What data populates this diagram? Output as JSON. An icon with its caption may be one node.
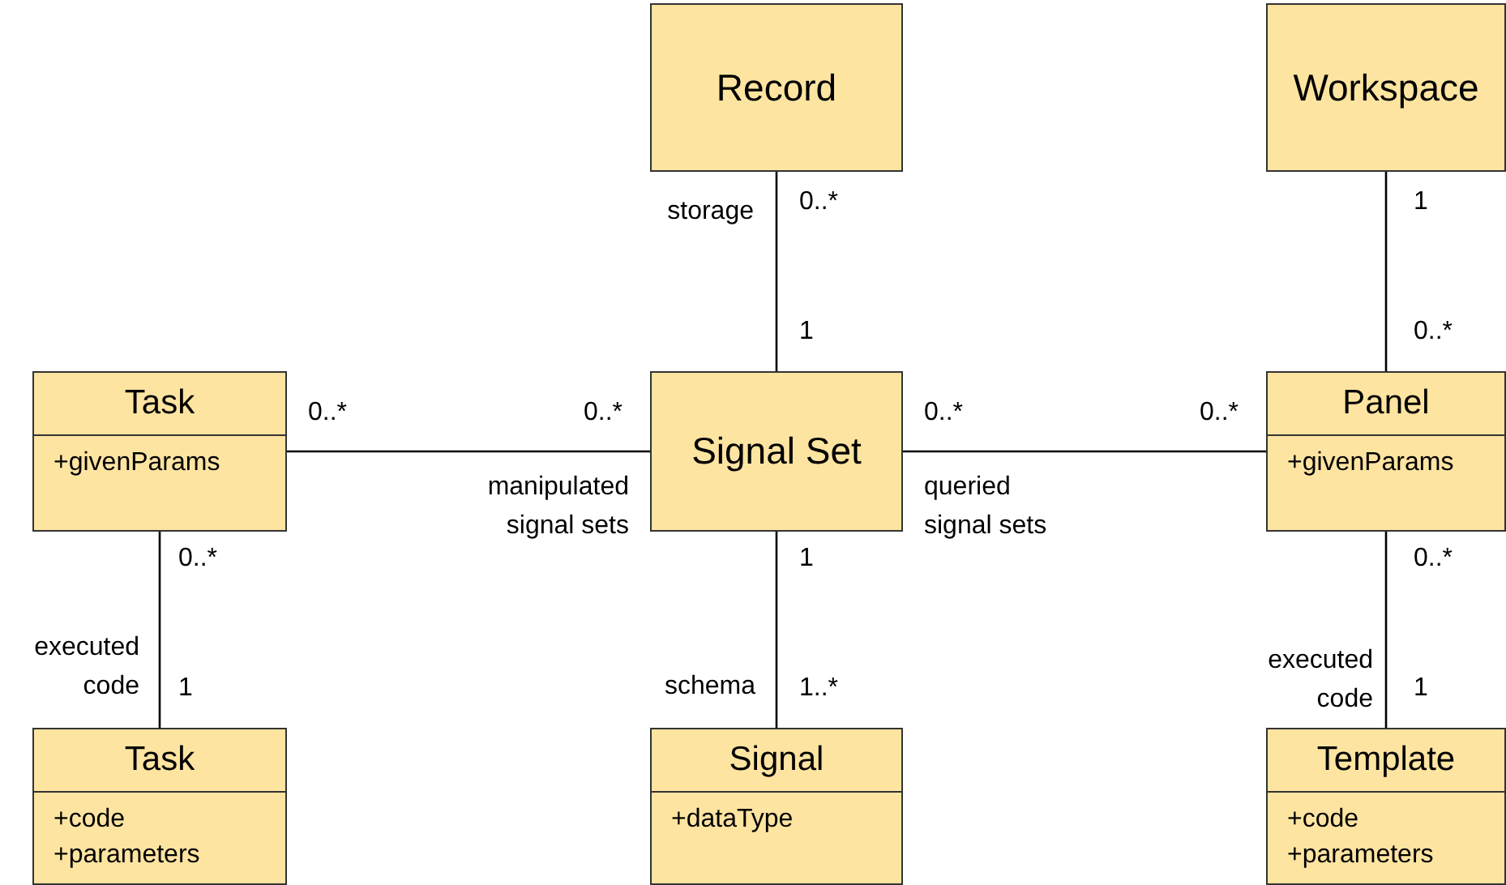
{
  "diagram": {
    "nodes": [
      {
        "text": [
          "Record"
        ]
      },
      {
        "text": [
          "Workspace"
        ]
      },
      {
        "text": [
          "Task",
          "+givenParams"
        ]
      },
      {
        "text": [
          "Signal Set"
        ]
      },
      {
        "text": [
          "Panel",
          "+givenParams"
        ]
      },
      {
        "text": [
          "Task",
          "+code +parameters"
        ]
      },
      {
        "text": [
          "Signal",
          "+dataType"
        ]
      },
      {
        "text": [
          "Template",
          "+code +parameters"
        ]
      }
    ],
    "edges": [
      {
        "from": 0,
        "to": 3,
        "arrow": "none",
        "label": "storage"
      },
      {
        "from": 1,
        "to": 4,
        "arrow": "none"
      },
      {
        "from": 2,
        "to": 3,
        "arrow": "none",
        "label": "manipulated signal sets"
      },
      {
        "from": 3,
        "to": 4,
        "arrow": "none",
        "label": "queried signal sets"
      },
      {
        "from": 2,
        "to": 5,
        "arrow": "none",
        "label": "executed code"
      },
      {
        "from": 3,
        "to": 6,
        "arrow": "none",
        "label": "schema"
      },
      {
        "from": 4,
        "to": 7,
        "arrow": "none",
        "label": "executed code"
      }
    ],
    "labels": [
      "0..*",
      "1",
      "1",
      "0..*",
      "0..*",
      "0..*",
      "0..*",
      "0..*",
      "0..*",
      "1",
      "0..*",
      "1",
      "1..*",
      "1"
    ]
  }
}
